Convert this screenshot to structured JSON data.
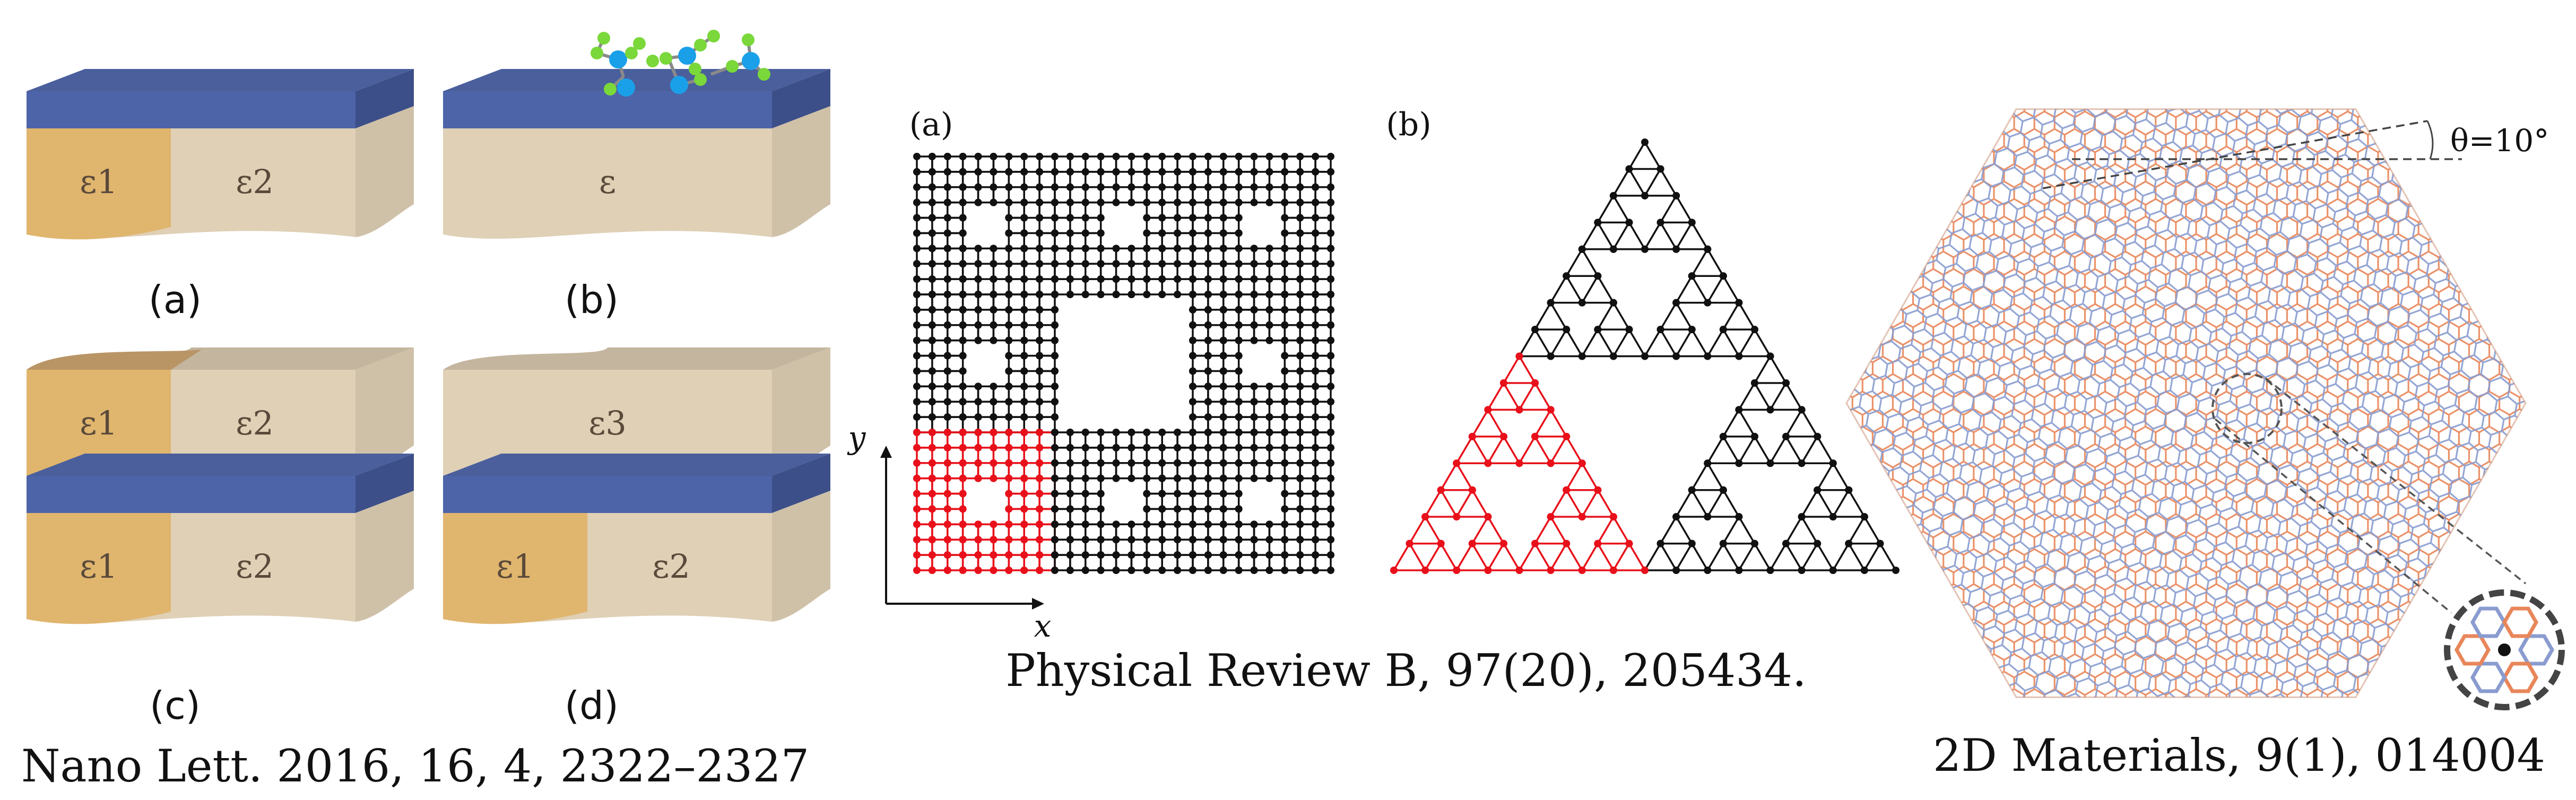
{
  "panel1": {
    "slabs": [
      {
        "label": "(a)",
        "layers": [
          {
            "type": "blue"
          },
          {
            "type": "split",
            "left": "ε1",
            "right": "ε2"
          }
        ]
      },
      {
        "label": "(b)",
        "layers": [
          {
            "type": "blue"
          },
          {
            "type": "full",
            "text": "ε"
          }
        ],
        "molecules": true
      },
      {
        "label": "(c)",
        "layers": [
          {
            "type": "split",
            "left": "ε1",
            "right": "ε2"
          },
          {
            "type": "blue"
          },
          {
            "type": "split",
            "left": "ε1",
            "right": "ε2"
          }
        ]
      },
      {
        "label": "(d)",
        "layers": [
          {
            "type": "full",
            "text": "ε3"
          },
          {
            "type": "blue"
          },
          {
            "type": "split",
            "left": "ε1",
            "right": "ε2"
          }
        ]
      }
    ],
    "citation": "Nano Lett. 2016, 16, 4, 2322–2327"
  },
  "panel2": {
    "label_a": "(a)",
    "label_b": "(b)",
    "axis_x": "x",
    "axis_y": "y",
    "citation": "Physical Review B, 97(20), 205434."
  },
  "panel3": {
    "angle_label": "θ=10°",
    "citation": "2D Materials, 9(1), 014004"
  },
  "colors": {
    "blue_top": "#4a5f9c",
    "blue_front": "#4d64a8",
    "blue_side": "#3d4f88",
    "orange_front": "#e0b56e",
    "orange_top": "#b99566",
    "beige_front": "#dfd0b6",
    "beige_top": "#c4b59e",
    "beige_side": "#cfc1a8",
    "text_slab": "#5a4a3a",
    "lattice_red": "#e8101a",
    "lattice_black": "#111111",
    "moire_orange": "#e8865a",
    "moire_blue": "#8a9ccf"
  }
}
